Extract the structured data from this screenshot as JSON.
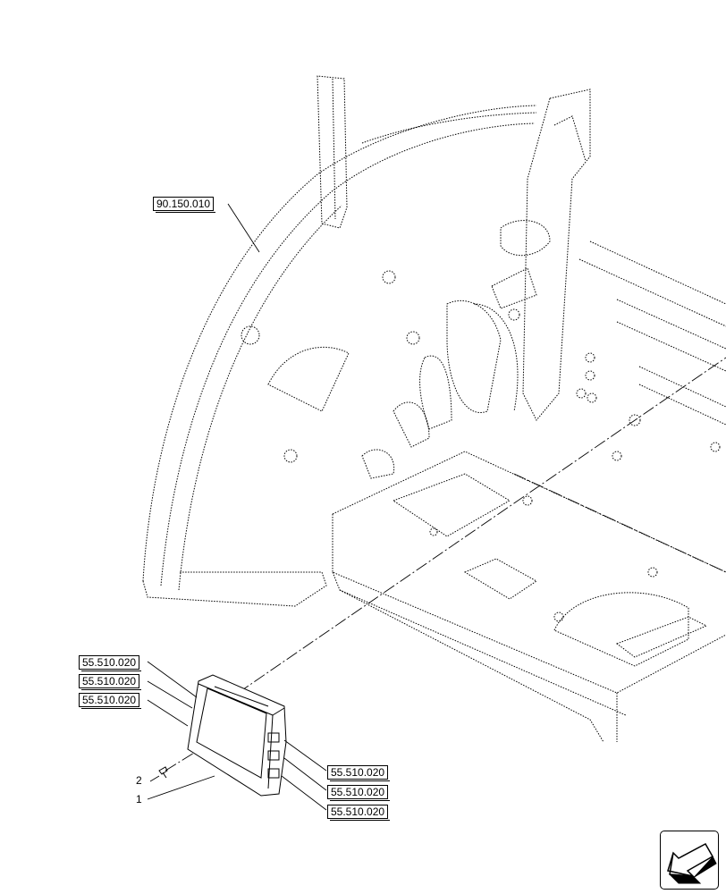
{
  "diagram": {
    "references": {
      "cab_frame": "90.150.010",
      "left_top": "55.510.020",
      "left_middle": "55.510.020",
      "left_bottom": "55.510.020",
      "right_top": "55.510.020",
      "right_middle": "55.510.020",
      "right_bottom": "55.510.020"
    },
    "items": {
      "item_1": "1",
      "item_2": "2"
    },
    "navigation": {
      "icon": "arrow-down-left-icon"
    }
  }
}
